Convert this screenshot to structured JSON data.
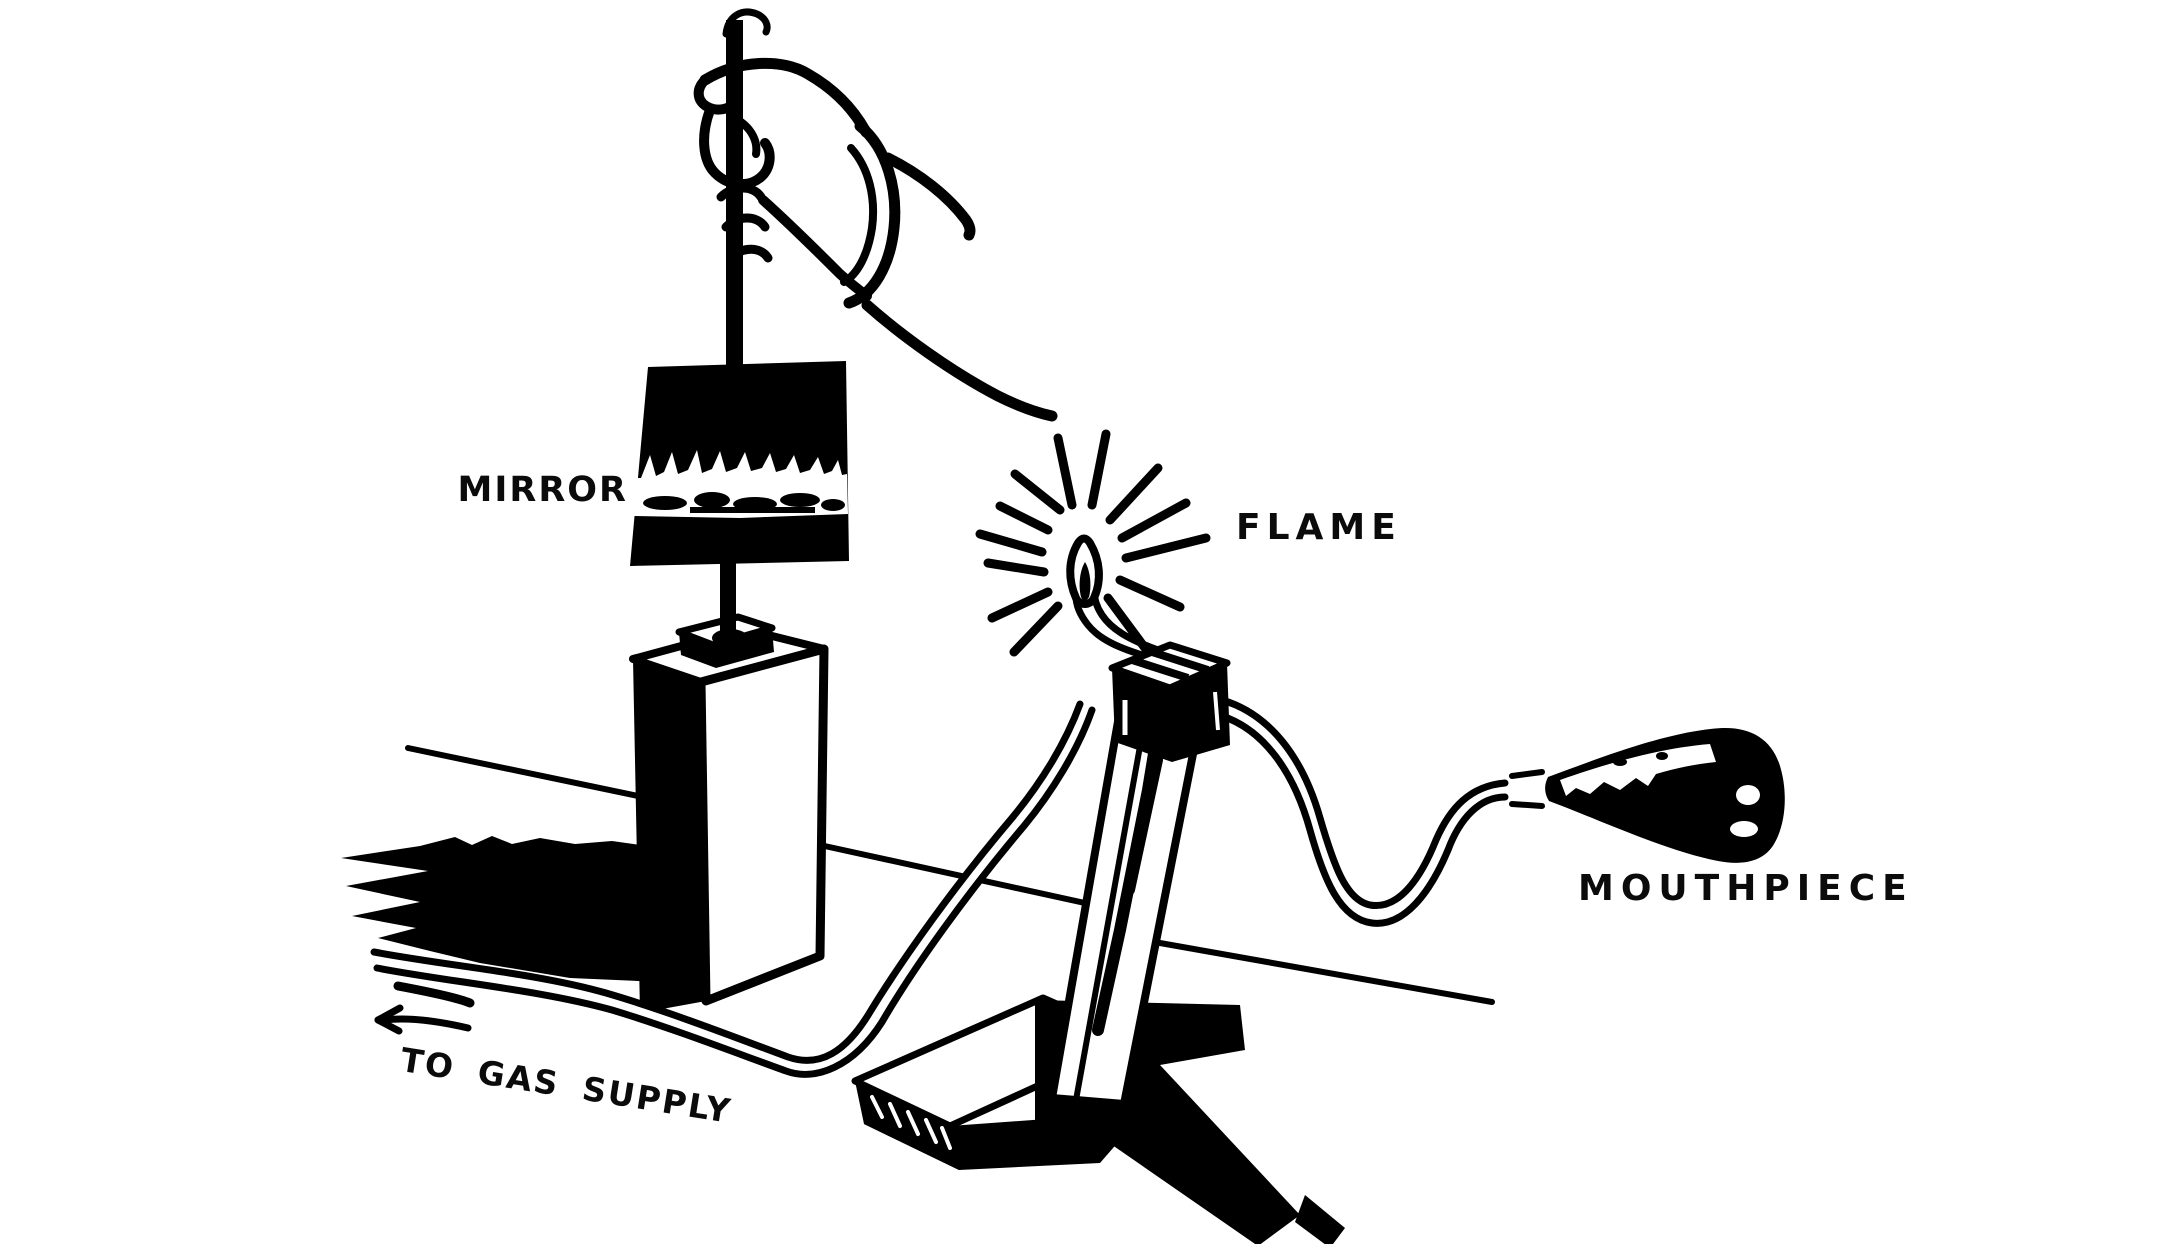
{
  "figure": {
    "kind": "hand-drawn apparatus illustration (manometric flame experiment)",
    "colors": {
      "ink": "#000000",
      "background": "#ffffff"
    },
    "labels": {
      "mirror": "MIRROR",
      "flame": "FLAME",
      "mouthpiece": "MOUTHPIECE",
      "gas_supply": "TO GAS SUPPLY"
    },
    "icons": {
      "gas_supply_arrow": "left-arrow"
    }
  }
}
